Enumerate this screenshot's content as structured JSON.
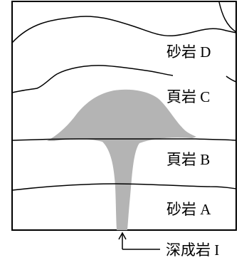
{
  "diagram": {
    "layers": [
      {
        "id": "D",
        "label": "砂岩 D"
      },
      {
        "id": "C",
        "label": "頁岩 C"
      },
      {
        "id": "B",
        "label": "頁岩 B"
      },
      {
        "id": "A",
        "label": "砂岩 A"
      }
    ],
    "intrusion_label": "深成岩 I",
    "colors": {
      "intrusion": "#b4b4b4",
      "line": "#000000",
      "background": "#ffffff"
    }
  }
}
